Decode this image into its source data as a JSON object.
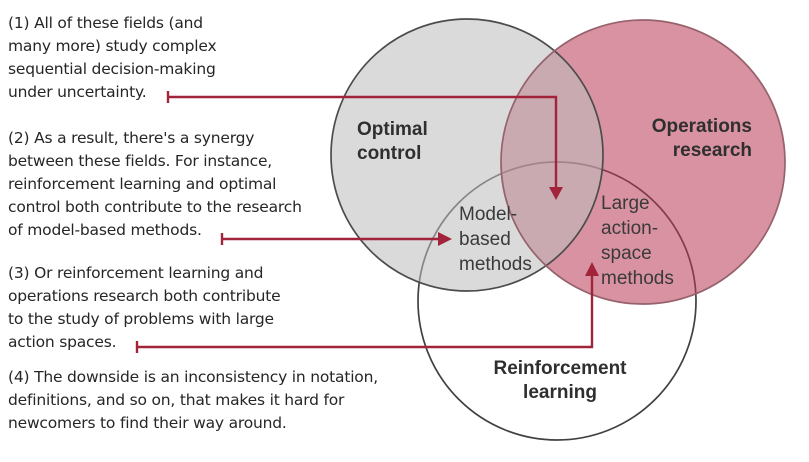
{
  "annotations": [
    {
      "text": "(1) All of these fields (and\nmany more) study complex\nsequential decision-making\nunder uncertainty."
    },
    {
      "text": "(2) As a result, there's a synergy\nbetween these fields. For instance,\nreinforcement learning and optimal\ncontrol both contribute to the research\nof model-based methods."
    },
    {
      "text": "(3) Or reinforcement learning and\noperations research both contribute\nto the study of problems with large\naction spaces."
    },
    {
      "text": "(4) The downside is an inconsistency in notation,\ndefinitions, and so on, that makes it hard for\nnewcomers to find their way around."
    }
  ],
  "venn": {
    "circles": [
      {
        "id": "optimal-control",
        "label": "Optimal\ncontrol",
        "fill": "#d9d9d9"
      },
      {
        "id": "operations-research",
        "label": "Operations\nresearch",
        "fill": "#d6919f"
      },
      {
        "id": "reinforcement-learning",
        "label": "Reinforcement\nlearning",
        "fill": "none"
      }
    ],
    "overlap_labels": [
      {
        "id": "model-based-methods",
        "label": "Model-\nbased\nmethods"
      },
      {
        "id": "large-action-space-methods",
        "label": "Large\naction-\nspace\nmethods"
      }
    ]
  },
  "colors": {
    "arrow": "#a2243a",
    "annotation_text": "#262626",
    "gray_fill": "#d9d9d9",
    "pink_fill": "#d6919f",
    "overlap_fill": "#c9aab0",
    "circle_stroke_dark": "#474747"
  }
}
